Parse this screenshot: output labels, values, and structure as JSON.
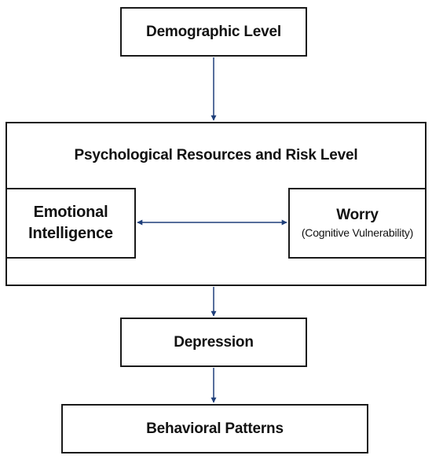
{
  "nodes": {
    "demographic": "Demographic Level",
    "psych_title": "Psychological Resources and Risk Level",
    "emotional_line1": "Emotional",
    "emotional_line2": "Intelligence",
    "worry_title": "Worry",
    "worry_subtitle": "(Cognitive Vulnerability)",
    "depression": "Depression",
    "behavioral": "Behavioral Patterns"
  },
  "colors": {
    "arrow": "#1f3f7a",
    "border": "#1a1a1a"
  }
}
